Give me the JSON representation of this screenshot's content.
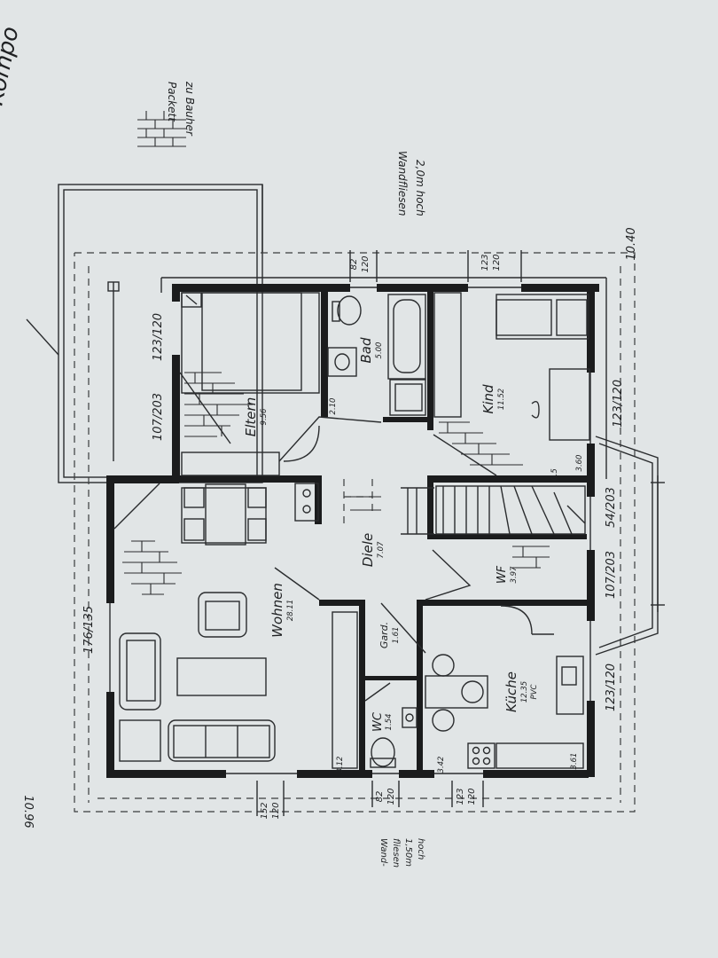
{
  "rooms": {
    "eltern": {
      "name": "Eltern",
      "area": "9.56"
    },
    "bad": {
      "name": "Bad",
      "area": "5.00"
    },
    "kind": {
      "name": "Kind",
      "area": "11.52"
    },
    "diele": {
      "name": "Diele",
      "area": "7.07"
    },
    "wohnen": {
      "name": "Wohnen",
      "area": "28.11"
    },
    "gard": {
      "name": "Gard.",
      "area": "1.61"
    },
    "wc": {
      "name": "WC",
      "area": "1.54"
    },
    "wf": {
      "name": "WF",
      "area": "3.97"
    },
    "kueche": {
      "name": "Küche",
      "area": "12.35",
      "floor": "PVC"
    }
  },
  "notes": {
    "parkett_1": "Packett",
    "parkett_2": "zu Bauher",
    "wandfliesen_1": "Wandfliesen",
    "wandfliesen_2": "2,0m hoch",
    "wandfliesen_left_1": "Wand-",
    "wandfliesen_left_2": "fliesen",
    "wandfliesen_left_3": "1,50m",
    "wandfliesen_left_4": "hoch",
    "top_corner": "Kompo"
  },
  "dimensions": {
    "overall_width": "10.40",
    "overall_depth": "10.96",
    "left_window_1": "123/120",
    "left_window_2": "107/203",
    "left_window_3": "176/135",
    "right_window_1": "123/120",
    "right_window_2": "54/203",
    "right_window_3": "107/203",
    "right_window_4": "123/120",
    "top_window_1_a": "82",
    "top_window_1_b": "120",
    "top_window_2_a": "123",
    "top_window_2_b": "120",
    "bottom_window_1_a": "152",
    "bottom_window_1_b": "120",
    "bottom_window_2_a": "82",
    "bottom_window_2_b": "120",
    "bottom_window_3_a": "123",
    "bottom_window_3_b": "120",
    "bad_dim": "2.10",
    "kind_dim_1": "0.5",
    "kind_dim_2": "3.60",
    "wohnen_dim": "3.12",
    "kueche_dim_1": "3.42",
    "kueche_dim_2": "3.61"
  }
}
